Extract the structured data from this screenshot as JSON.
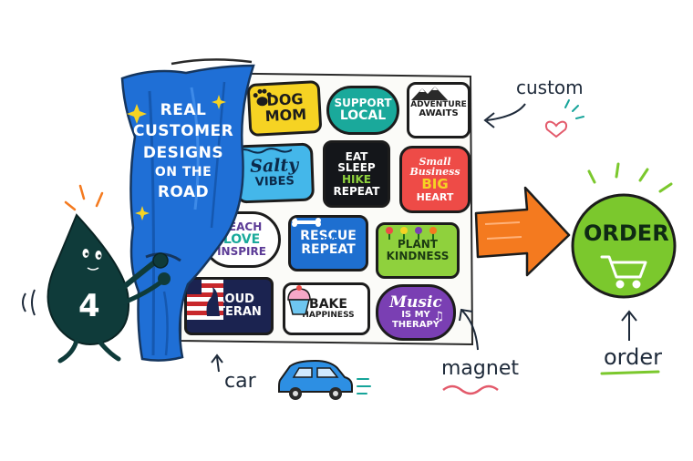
{
  "curtain": {
    "lines": [
      "REAL",
      "CUSTOMER",
      "DESIGNS",
      "ON THE",
      "ROAD"
    ],
    "color": "#1f6fd6"
  },
  "mascot": {
    "number": "4",
    "color": "#0f3b3a"
  },
  "stickers": {
    "dog_mom": {
      "line1": "DOG",
      "line2": "MOM",
      "icon": "paw-print-icon",
      "color": "#f6d323"
    },
    "support_local": {
      "line1": "SUPPORT",
      "line2": "LOCAL",
      "color": "#1aa99b"
    },
    "adventure": {
      "line1": "ADVENTURE",
      "line2": "AWAITS",
      "icon": "mountain-icon",
      "color": "#ffffff"
    },
    "salty": {
      "line1": "Salty",
      "line2": "VIBES",
      "color": "#44b7ea"
    },
    "eat_sleep": {
      "line1": "EAT",
      "line2": "SLEEP",
      "line3": "HIKE",
      "line4": "REPEAT",
      "color": "#14161a"
    },
    "small_business": {
      "line1": "Small",
      "line2": "Business",
      "line3": "BIG",
      "line4": "HEART",
      "color": "#ee4b47"
    },
    "teach": {
      "line1": "TEACH",
      "line2": "LOVE",
      "line3": "INSPIRE",
      "color": "#ffffff"
    },
    "rescue": {
      "line1": "RESCUE",
      "line2": "LOVE",
      "line3": "REPEAT",
      "icon": "bone-icon",
      "color": "#1e6fd0"
    },
    "plant": {
      "line1": "PLANT",
      "line2": "KINDNESS",
      "icon": "flower-icon",
      "color": "#8fd13d"
    },
    "veteran": {
      "line1": "PROUD",
      "line2": "VETERAN",
      "icon": "flag-icon",
      "color": "#1b2350"
    },
    "bake": {
      "line1": "BAKE",
      "line2": "HAPPINESS",
      "icon": "cupcake-icon",
      "color": "#ffffff"
    },
    "music": {
      "line1": "Music",
      "line2": "IS MY",
      "line3": "THERAPY",
      "icon": "music-note-icon",
      "color": "#7a3fb3"
    }
  },
  "order": {
    "label": "ORDER",
    "icon": "shopping-cart-icon",
    "color": "#7bc82d"
  },
  "annotations": {
    "custom": "custom",
    "car": "car",
    "magnet": "magnet",
    "order": "order"
  },
  "colors": {
    "arrow": "#f47a1f",
    "ink": "#1e2a3a",
    "heart": "#e35a6b",
    "car": "#2d8fe3",
    "accent_teal": "#16a49a"
  }
}
